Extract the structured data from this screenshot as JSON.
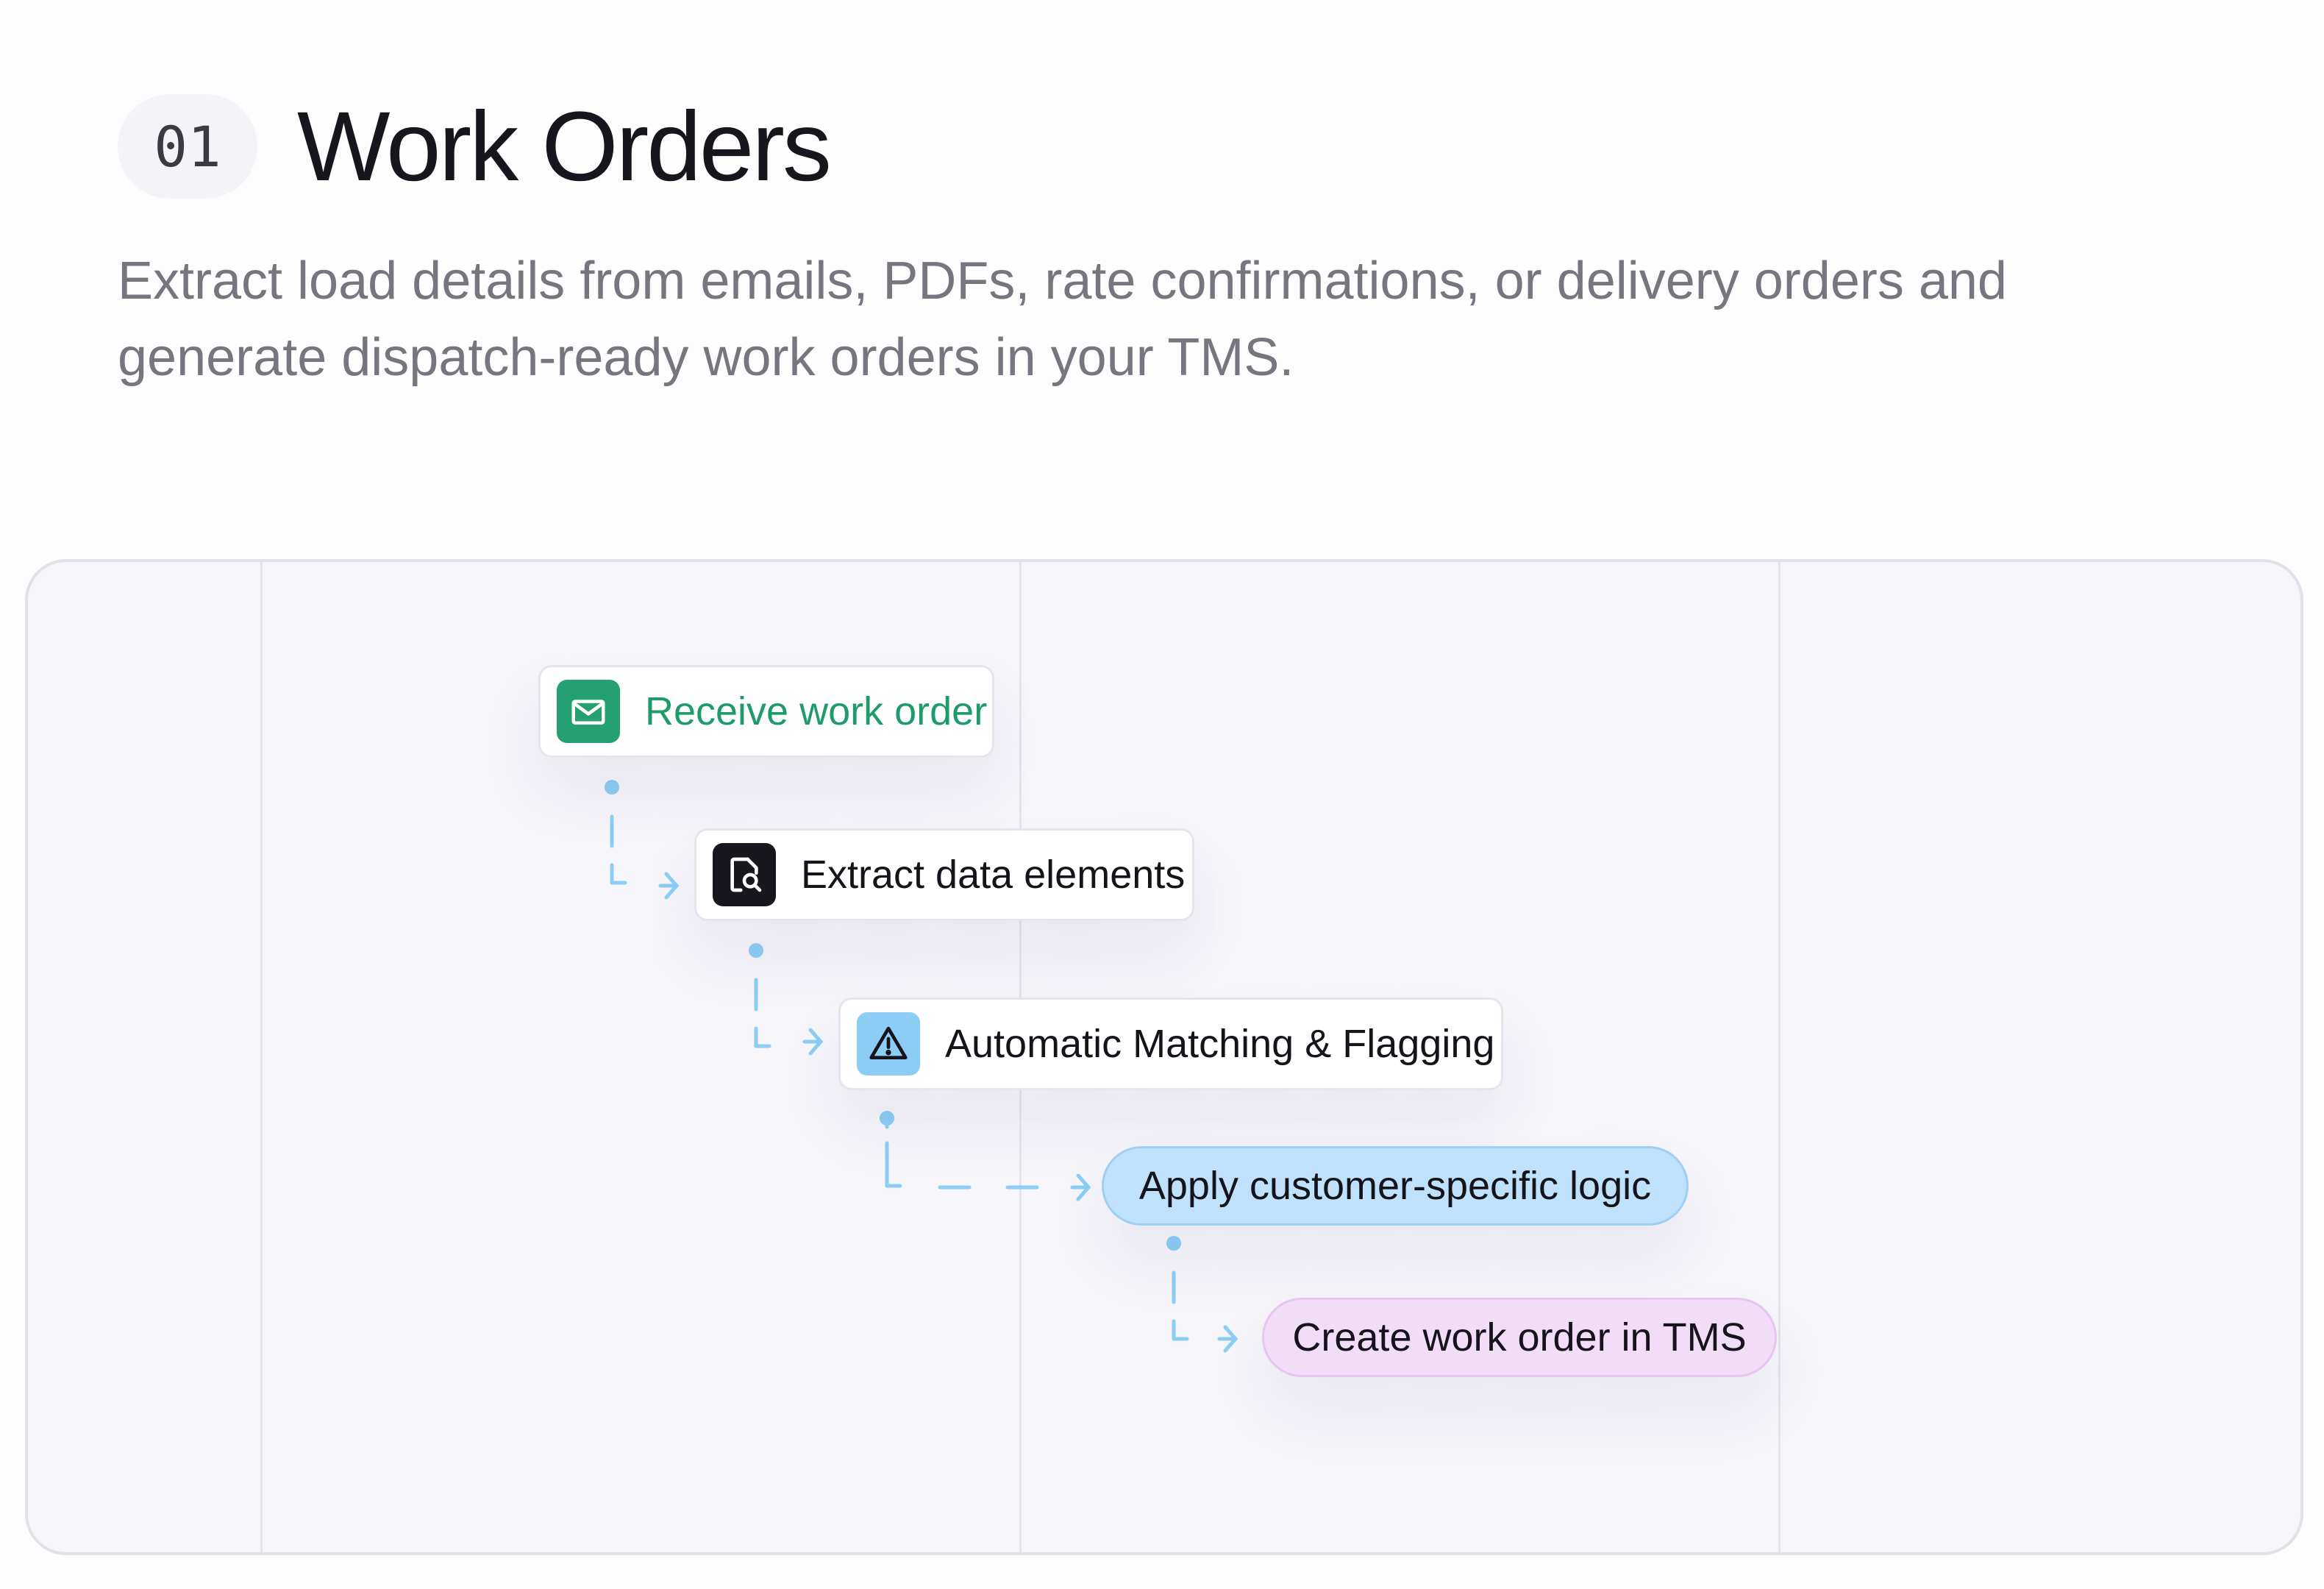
{
  "header": {
    "number": "01",
    "title": "Work Orders",
    "description": "Extract load details from emails, PDFs, rate confirmations, or delivery orders and generate dispatch-ready work orders in your TMS."
  },
  "workflow": {
    "steps": [
      {
        "label": "Receive work order",
        "icon": "mail-icon"
      },
      {
        "label": "Extract data elements",
        "icon": "document-search-icon"
      },
      {
        "label": "Automatic Matching & Flagging",
        "icon": "warning-icon"
      },
      {
        "label": "Apply customer-specific logic"
      },
      {
        "label": "Create work order in TMS"
      }
    ]
  },
  "colors": {
    "accent_green": "#25a072",
    "connector_blue": "#8ccdf6",
    "pill_blue": "#bfe1fb",
    "pill_pink": "#f2ddf9"
  }
}
